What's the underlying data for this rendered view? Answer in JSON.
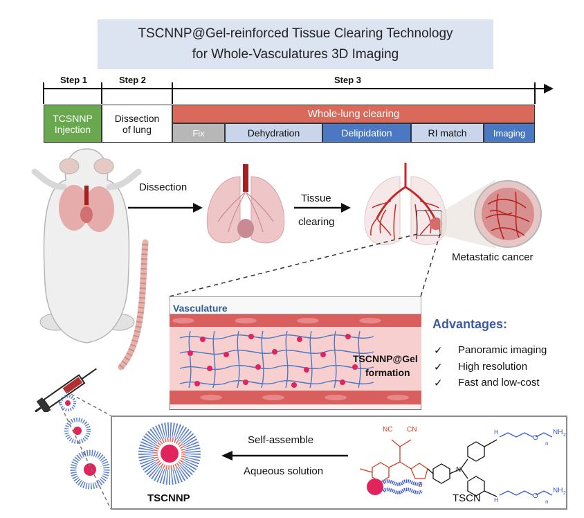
{
  "title": {
    "line1": "TSCNNP@Gel-reinforced Tissue Clearing Technology",
    "line2": "for Whole-Vasculatures 3D Imaging"
  },
  "timeline": {
    "step1": "Step 1",
    "step2": "Step 2",
    "step3": "Step 3",
    "step1_box": [
      "TCSNNP",
      "Injection"
    ],
    "step2_box": [
      "Dissection",
      "of lung"
    ],
    "step3_header": "Whole-lung clearing",
    "substeps": [
      "Fix",
      "Dehydration",
      "Delipidation",
      "RI match",
      "Imaging"
    ]
  },
  "flow": {
    "dissection": "Dissection",
    "tissue_clearing": [
      "Tissue",
      "clearing"
    ],
    "metastatic": "Metastatic cancer"
  },
  "vessel": {
    "label": "Vasculature",
    "gel_label": [
      "TSCNNP@Gel",
      "formation"
    ]
  },
  "advantages": {
    "title": "Advantages:",
    "items": [
      "Panoramic imaging",
      "High resolution",
      "Fast and low-cost"
    ],
    "check": "✓"
  },
  "assembly": {
    "arrow_top": "Self-assemble",
    "arrow_bottom": "Aqueous solution",
    "nanoparticle_label": "TSCNNP",
    "molecule_label": "TSCN",
    "chem": {
      "nc": "NC",
      "cn": "CN",
      "s": "S",
      "n": "N",
      "nh2": "NH",
      "sub2": "2",
      "o": "O",
      "h": "H",
      "n_rep": "n"
    }
  },
  "colors": {
    "green": "#6aa84f",
    "red_bar": "#d9695a",
    "gray": "#b7b7b7",
    "light_blue": "#c9d5ea",
    "blue": "#4a78c2",
    "title_bg": "#dce3f1",
    "adv_title": "#3b5ba5",
    "vessel_label": "#2f5d8c"
  }
}
